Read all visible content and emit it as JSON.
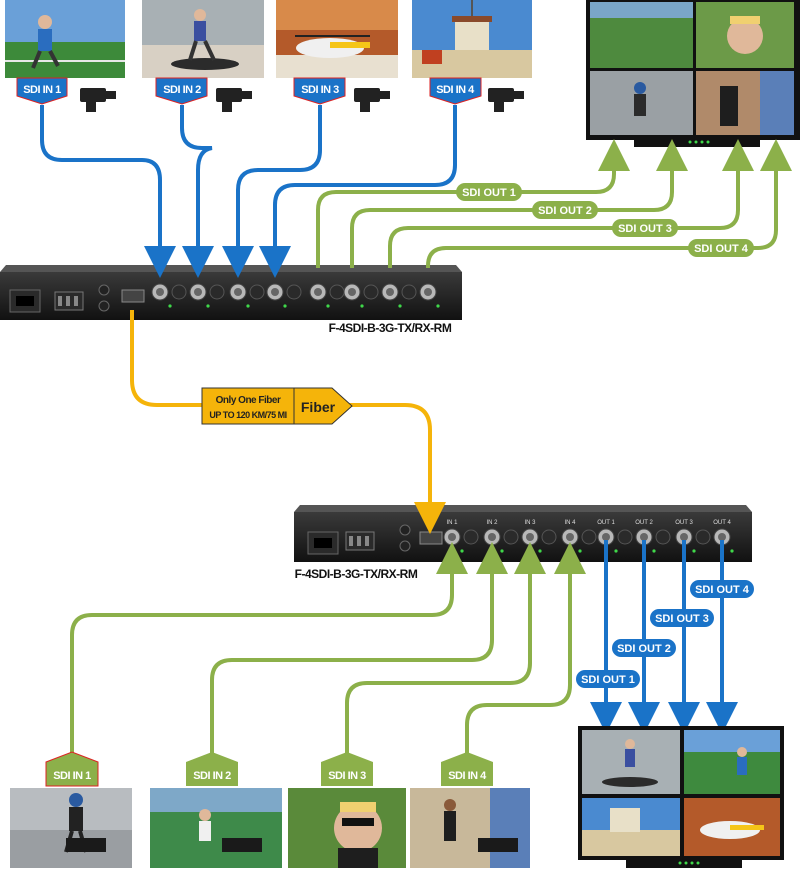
{
  "top_inputs": [
    {
      "label": "SDI IN 1"
    },
    {
      "label": "SDI IN 2"
    },
    {
      "label": "SDI IN 3"
    },
    {
      "label": "SDI IN 4"
    }
  ],
  "top_outputs": [
    {
      "label": "SDI OUT 1"
    },
    {
      "label": "SDI OUT 2"
    },
    {
      "label": "SDI OUT 3"
    },
    {
      "label": "SDI OUT 4"
    }
  ],
  "bottom_inputs": [
    {
      "label": "SDI IN 1"
    },
    {
      "label": "SDI IN 2"
    },
    {
      "label": "SDI IN 3"
    },
    {
      "label": "SDI IN 4"
    }
  ],
  "bottom_outputs": [
    {
      "label": "SDI OUT 1"
    },
    {
      "label": "SDI OUT 2"
    },
    {
      "label": "SDI OUT 3"
    },
    {
      "label": "SDI OUT 4"
    }
  ],
  "top_device": {
    "model": "F-4SDI-B-3G-TX/RX-RM"
  },
  "bottom_device": {
    "model": "F-4SDI-B-3G-TX/RX-RM",
    "ports": [
      "IN 1",
      "IN 2",
      "IN 3",
      "IN 4",
      "OUT 1",
      "OUT 2",
      "OUT 3",
      "OUT 4"
    ]
  },
  "fiber": {
    "note_line1": "Only One Fiber",
    "note_line2": "UP TO 120 KM/75 MI",
    "tag": "Fiber"
  },
  "colors": {
    "blue": "#1a73c8",
    "green": "#8cb04a",
    "yellow": "#f5b40a",
    "device": "#1c1c1c"
  }
}
